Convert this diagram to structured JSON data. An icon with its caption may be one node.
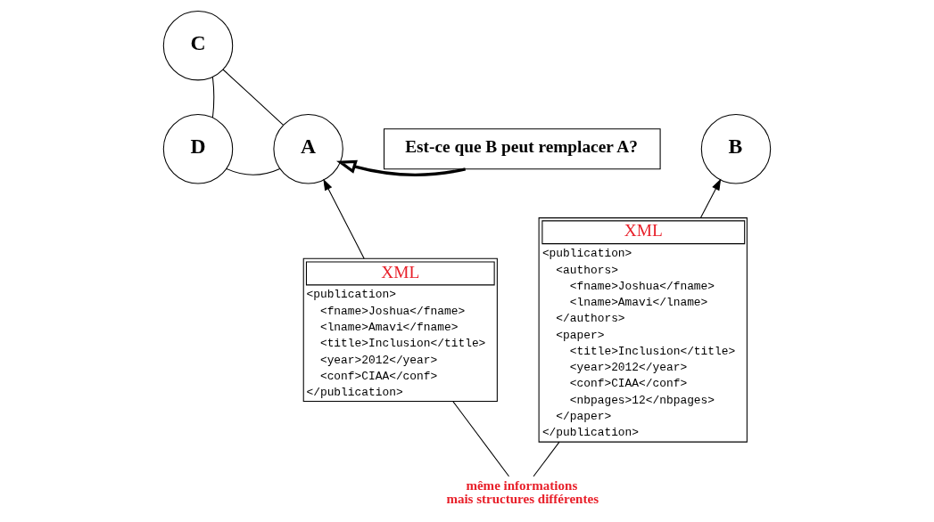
{
  "diagram": {
    "nodes": [
      {
        "text": [
          "C"
        ]
      },
      {
        "text": [
          "A"
        ]
      },
      {
        "text": [
          "D"
        ]
      },
      {
        "text": [
          "Est-ce que B peut remplacer A?"
        ]
      },
      {
        "text": [
          "B"
        ]
      },
      {
        "text": [
          "XML",
          "<publication>",
          " <fname>Joshua</fname>",
          " <lname>Amavi</fname>",
          " <title>Inclusion</title>",
          " <year>2012</year>",
          " <conf>CIAA</conf>",
          "</publication>"
        ]
      },
      {
        "text": [
          "même informations mais structures différentes"
        ]
      },
      {
        "text": [
          "XML",
          "<publication>",
          " <authors>",
          "  <fname>Joshua</fname>",
          "  <lname>Amavi</lname>",
          " </authors>",
          " <paper>",
          "  <title>Inclusion</title>",
          "  <year>2012</year>",
          "  <conf>CIAA</conf>",
          "  <nbpages>12</nbpages>",
          " </paper>",
          "</publication>"
        ]
      }
    ],
    "edges": [
      {
        "from": 0,
        "to": 1,
        "arrow": "none"
      },
      {
        "from": 0,
        "to": 2,
        "arrow": "none"
      },
      {
        "from": 2,
        "to": 1,
        "arrow": "none"
      },
      {
        "from": 3,
        "to": 1,
        "arrow": "to",
        "style": "thick"
      },
      {
        "from": 5,
        "to": 1,
        "arrow": "to"
      },
      {
        "from": 7,
        "to": 4,
        "arrow": "to"
      },
      {
        "from": 6,
        "to": 5,
        "arrow": "none"
      },
      {
        "from": 6,
        "to": 7,
        "arrow": "none"
      }
    ]
  }
}
